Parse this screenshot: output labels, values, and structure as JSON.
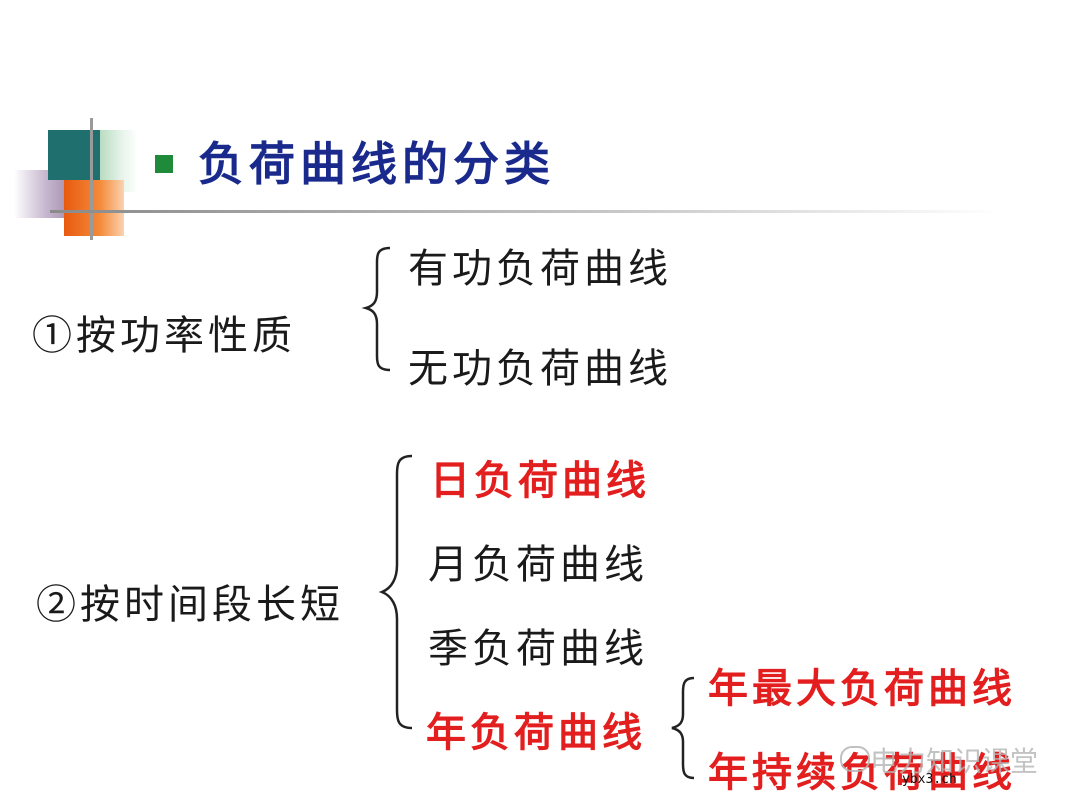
{
  "title": "负荷曲线的分类",
  "group1": {
    "label": "①按功率性质",
    "items": [
      "有功负荷曲线",
      "无功负荷曲线"
    ]
  },
  "group2": {
    "label": "②按时间段长短",
    "items": [
      "日负荷曲线",
      "月负荷曲线",
      "季负荷曲线",
      "年负荷曲线"
    ]
  },
  "group3": {
    "items": [
      "年最大负荷曲线",
      "年持续负荷曲线"
    ]
  },
  "watermark": {
    "name": "电力知识课堂",
    "url": "ybx3.ch"
  },
  "colors": {
    "title": "#1a2a8c",
    "emphasis": "#e31e1e",
    "bullet": "#1f8a3a"
  }
}
